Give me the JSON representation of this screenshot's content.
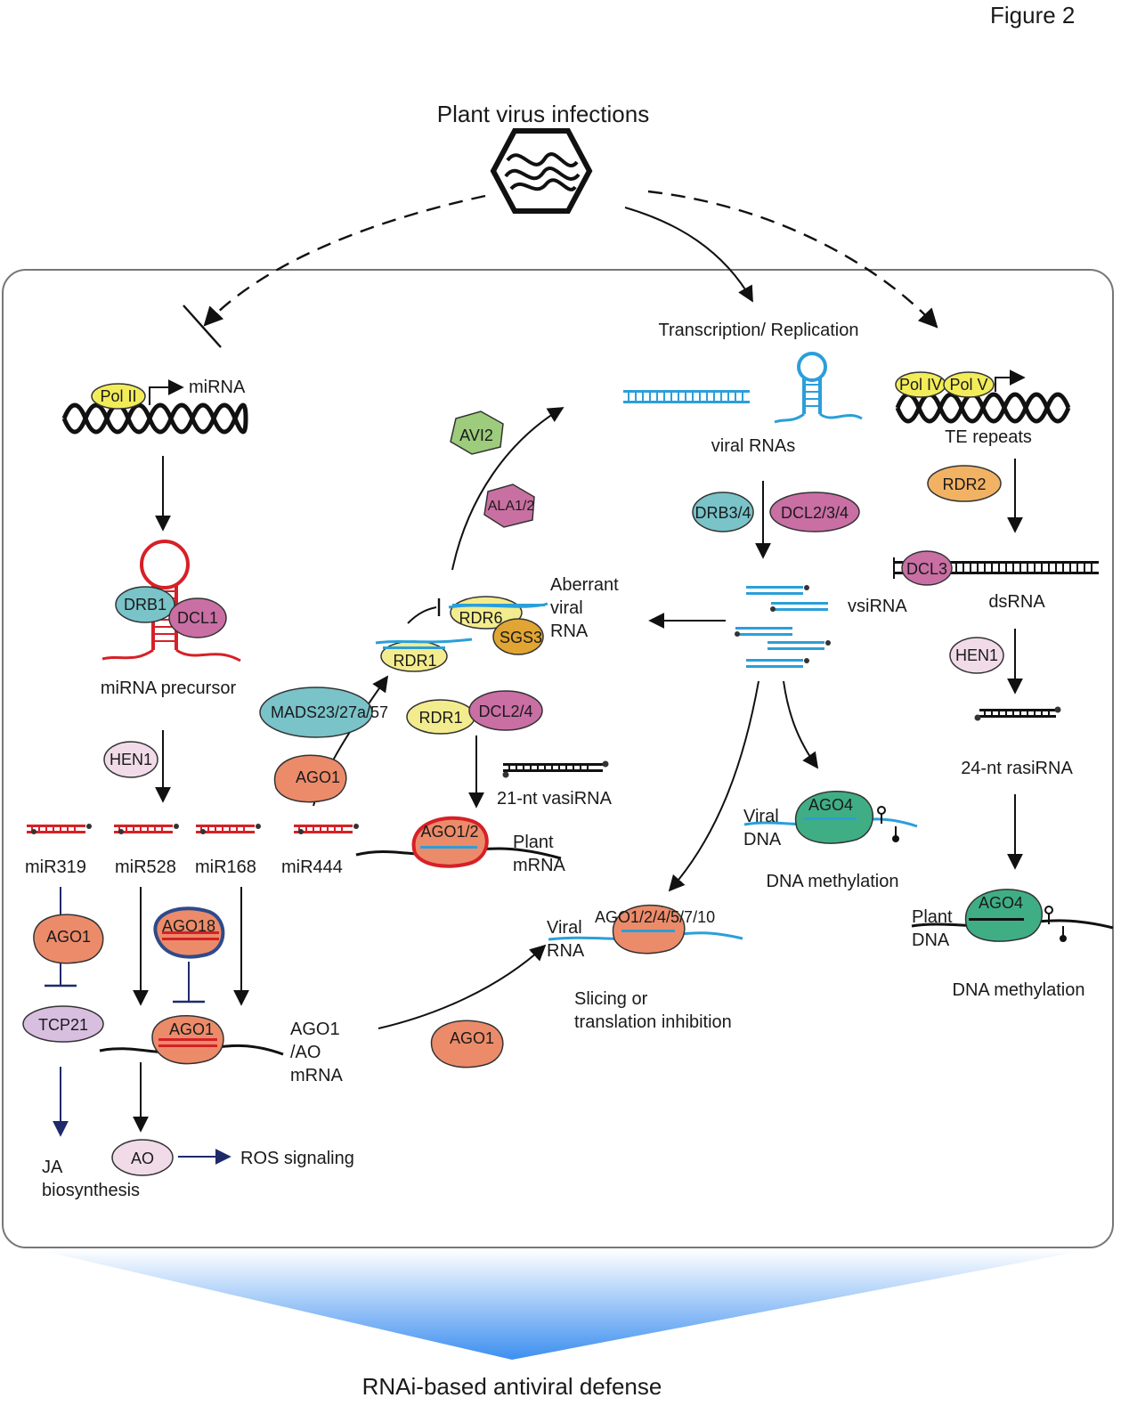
{
  "figure_label": "Figure 2",
  "top": {
    "title": "Plant virus infections"
  },
  "bottom": {
    "title": "RNAi-based antiviral defense"
  },
  "left": {
    "pol2": "Pol II",
    "mirna": "miRNA",
    "drb1": "DRB1",
    "dcl1": "DCL1",
    "precursor": "miRNA precursor",
    "hen1": "HEN1",
    "mirnas": [
      "miR319",
      "miR528",
      "miR168",
      "miR444"
    ],
    "ago1_a": "AGO1",
    "ago18": "AGO18",
    "tcp21": "TCP21",
    "ago1_b": "AGO1",
    "ao_mrna": [
      "AGO1",
      "/AO",
      "mRNA"
    ],
    "ja": [
      "JA",
      "biosynthesis"
    ],
    "ao": "AO",
    "ros": "ROS signaling",
    "ago1_c": "AGO1",
    "mads": "MADS23/27a/57",
    "ago1_mid": "AGO1"
  },
  "middle": {
    "avi2": "AVI2",
    "ala": "ALA1/2",
    "rdr6": "RDR6",
    "sgs3": "SGS3",
    "rdr1": "RDR1",
    "aberrant": [
      "Aberrant",
      "viral",
      "RNA"
    ],
    "rdr1_b": "RDR1",
    "dcl24": "DCL2/4",
    "vasirna": "21-nt vasiRNA",
    "ago12": "AGO1/2",
    "plant_mrna": [
      "Plant",
      "mRNA"
    ],
    "transcription": "Transcription/ Replication",
    "viral_rnas": "viral RNAs",
    "drb34": "DRB3/4",
    "dcl234": "DCL2/3/4",
    "vsirna": "vsiRNA",
    "viral_dna": [
      "Viral",
      "DNA"
    ],
    "ago4_a": "AGO4",
    "dna_meth_a": "DNA methylation",
    "viral_rna": [
      "Viral",
      "RNA"
    ],
    "ago_multi": "AGO1/2/4/5/7/10",
    "slicing": [
      "Slicing or",
      "translation inhibition"
    ]
  },
  "right": {
    "pol4": "Pol IV",
    "pol5": "Pol V",
    "te": "TE repeats",
    "rdr2": "RDR2",
    "dcl3": "DCL3",
    "dsrna": "dsRNA",
    "hen1": "HEN1",
    "rasirna": "24-nt rasiRNA",
    "ago4_b": "AGO4",
    "plant_dna": [
      "Plant",
      "DNA"
    ],
    "dna_meth_b": "DNA methylation"
  },
  "colors": {
    "pol": "#f2ec5a",
    "drb": "#79c3c9",
    "dcl": "#c96fa4",
    "hen": "#f1dbe9",
    "ago": "#ec8b6a",
    "ago4": "#3fae84",
    "rdr": "#f3ec8e",
    "sgs3": "#e0a533",
    "rdr2": "#f2b264",
    "avi2": "#9ccc7c",
    "ala": "#c970a2",
    "tcp21": "#d8bfe0",
    "mirna": "#d62027",
    "viral": "#2b9fd9",
    "navy": "#1f2a6b"
  }
}
